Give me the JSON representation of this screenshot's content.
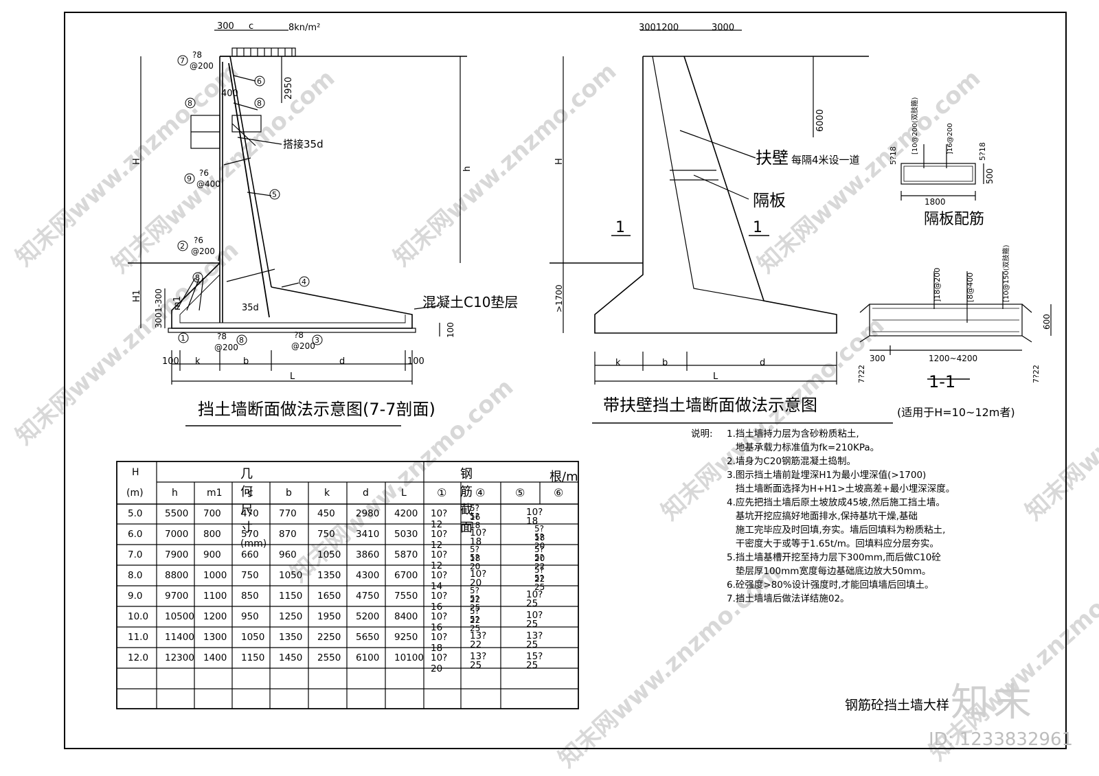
{
  "left_title": "挡土墙断面做法示意图(7-7剖面)",
  "right_title": "带扶壁挡土墙断面做法示意图",
  "right_title_note": "(适用于H=10~12m者)",
  "left_dims": {
    "top_300": "300",
    "top_c": "c",
    "load": "8kn/m²",
    "d2950": "2950",
    "d400": "400",
    "splice": "搭接35d",
    "H": "H",
    "h": "h",
    "H1": "H1",
    "m1": "m1",
    "d300": "300",
    "d1_300": "1-300",
    "d35d": "35d",
    "bed": "混凝土C10垫层",
    "d100r": "100",
    "b100l": "100",
    "bk": "k",
    "bb": "b",
    "bd": "d",
    "b100r": "100",
    "bL": "L"
  },
  "rebar_labels": {
    "r7a": "?8",
    "r7b": "@200",
    "r9a": "?6",
    "r9b": "@400",
    "r2a": "?6",
    "r2b": "@200",
    "r1a": "?8",
    "r1b": "@200",
    "r3a": "?8",
    "r3b": "@200",
    "n1": "1",
    "n2": "2",
    "n3": "3",
    "n4": "4",
    "n5": "5",
    "n6": "6",
    "n7": "7",
    "n8": "8",
    "n9": "9"
  },
  "right_dims": {
    "t300": "300",
    "t1200": "1200",
    "t3000": "3000",
    "d6000": "6000",
    "H": "H",
    "d1700": ">1700",
    "buttress": "扶壁",
    "buttress_note": "每隔4米设一道",
    "partition": "隔板",
    "sec1": "1",
    "sec1b": "1",
    "bk": "k",
    "bb": "b",
    "bd": "d",
    "bL": "L"
  },
  "partition_detail": {
    "title": "隔板配筋",
    "w1800": "1800",
    "h500": "500",
    "left": "5?18",
    "right": "5?18",
    "top1": "[10@200(双肢箍)",
    "top2": "]16@200"
  },
  "section_detail": {
    "title": "1-1",
    "h600": "600",
    "w300": "300",
    "w1200": "1200~4200",
    "l1": "]18@200",
    "l2": "[8@400",
    "l3": "[10@150(双肢箍)",
    "bl": "7?22",
    "br": "7?22"
  },
  "table": {
    "group_h": "H",
    "group_h_unit": "(m)",
    "group_geom": "几 何 尺 寸",
    "group_geom_unit": "(mm)",
    "group_rebar": "钢筋截面",
    "group_rebar_unit": "根/m",
    "sub_headers": [
      "h",
      "m1",
      "c",
      "b",
      "k",
      "d",
      "L",
      "①",
      "④",
      "⑤",
      "⑥"
    ],
    "rows": [
      {
        "H": "5.0",
        "h": "5500",
        "m1": "700",
        "c": "470",
        "b": "770",
        "k": "450",
        "d": "2980",
        "L": "4200",
        "r1": "10?12",
        "r4": [
          "5?16",
          "5?18"
        ],
        "r56": [
          "10?18"
        ]
      },
      {
        "H": "6.0",
        "h": "7000",
        "m1": "800",
        "c": "570",
        "b": "870",
        "k": "750",
        "d": "3410",
        "L": "5030",
        "r1": "10?12",
        "r4": [
          "10?18"
        ],
        "r56": [
          "5?18",
          "5?20"
        ]
      },
      {
        "H": "7.0",
        "h": "7900",
        "m1": "900",
        "c": "660",
        "b": "960",
        "k": "1050",
        "d": "3860",
        "L": "5870",
        "r1": "10?12",
        "r4": [
          "5?18",
          "5?20"
        ],
        "r56": [
          "5?20",
          "5?22"
        ]
      },
      {
        "H": "8.0",
        "h": "8800",
        "m1": "1000",
        "c": "750",
        "b": "1050",
        "k": "1350",
        "d": "4300",
        "L": "6700",
        "r1": "10?14",
        "r4": [
          "10?20"
        ],
        "r56": [
          "5?22",
          "5?25"
        ]
      },
      {
        "H": "9.0",
        "h": "9700",
        "m1": "1100",
        "c": "850",
        "b": "1150",
        "k": "1650",
        "d": "4750",
        "L": "7550",
        "r1": "10?16",
        "r4": [
          "5?22",
          "5?25"
        ],
        "r56": [
          "10?25"
        ]
      },
      {
        "H": "10.0",
        "h": "10500",
        "m1": "1200",
        "c": "950",
        "b": "1250",
        "k": "1950",
        "d": "5200",
        "L": "8400",
        "r1": "10?16",
        "r4": [
          "5?22",
          "5?25"
        ],
        "r56": [
          "10?25"
        ]
      },
      {
        "H": "11.0",
        "h": "11400",
        "m1": "1300",
        "c": "1050",
        "b": "1350",
        "k": "2250",
        "d": "5650",
        "L": "9250",
        "r1": "10?18",
        "r4": [
          "13?22"
        ],
        "r56": [
          "13?25"
        ]
      },
      {
        "H": "12.0",
        "h": "12300",
        "m1": "1400",
        "c": "1150",
        "b": "1450",
        "k": "2550",
        "d": "6100",
        "L": "10100",
        "r1": "10?20",
        "r4": [
          "13?25"
        ],
        "r56": [
          "15?25"
        ]
      }
    ]
  },
  "notes": {
    "lead": "说明:",
    "items": [
      "1.挡土墙持力层为含砂粉质粘土,",
      "   地基承载力标准值为fk=210KPa。",
      "2.墙身为C20钢筋混凝土捣制。",
      "3.图示挡土墙前趾埋深H1为最小埋深值(>1700)",
      "   挡土墙断面选择为H+H1>土坡高差+最小埋深深度。",
      "4.应先把挡土墙后原土坡放成45坡,然后施工挡土墙。",
      "   基坑开挖应搞好地面排水,保持基坑干燥,基础",
      "   施工完毕应及时回填,夯实。墙后回填料为粉质粘土,",
      "   干密度大于或等于1.65t/m。回填料应分层夯实。",
      "5.挡土墙基槽开挖至持力层下300mm,而后做C10砼",
      "   垫层厚100mm宽度每边基础底边放大50mm。",
      "6.砼强度>80%设计强度时,才能回填墙后回填土。",
      "7.挡土墙墙后做法详结施02。"
    ]
  },
  "drawing_name": "钢筋砼挡土墙大样",
  "watermarks": [
    "知末网www.znzmo.com"
  ],
  "brand": "知末",
  "id_tag": "ID: 1233832961"
}
